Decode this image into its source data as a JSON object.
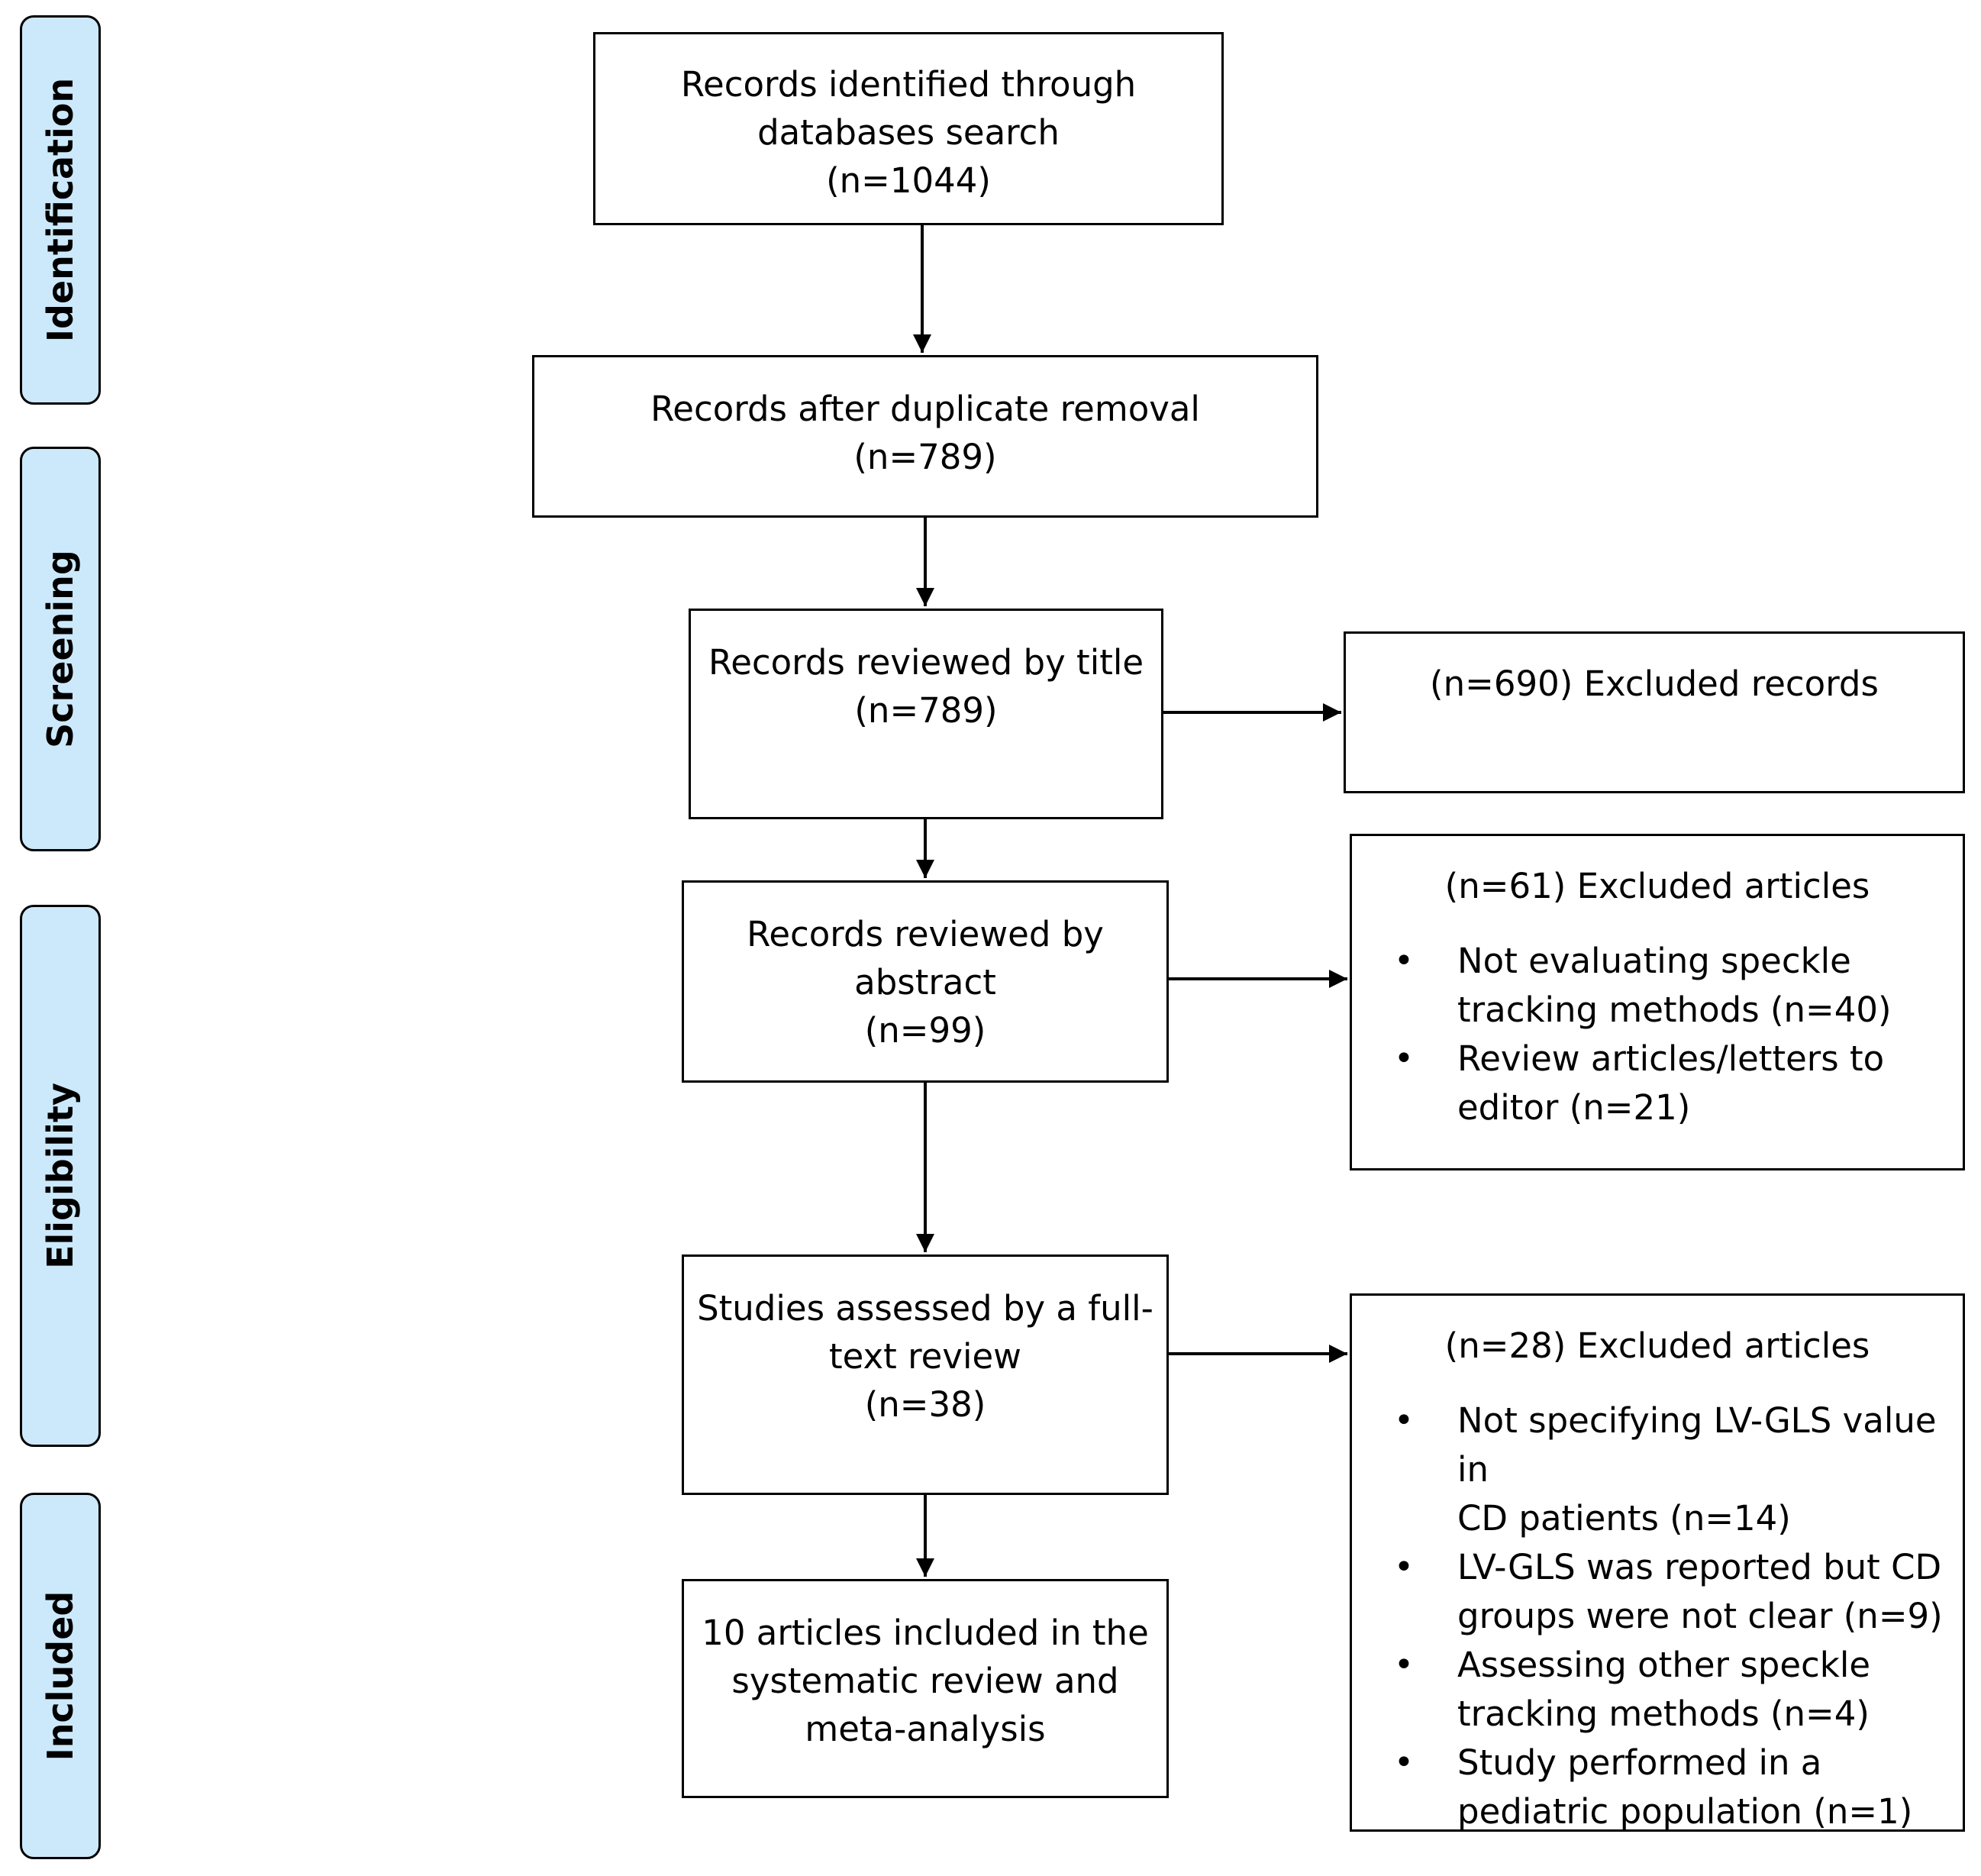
{
  "stages": {
    "identification": "Identification",
    "screening": "Screening",
    "eligibility": "Eligibility",
    "included": "Included"
  },
  "flow": {
    "identified": {
      "lines": [
        "Records identified through",
        "databases search",
        "(n=1044)"
      ]
    },
    "dedup": {
      "lines": [
        "Records after duplicate removal",
        "(n=789)"
      ]
    },
    "title_review": {
      "lines": [
        "Records reviewed by title",
        "(n=789)"
      ]
    },
    "abstract_review": {
      "lines": [
        "Records reviewed by",
        "abstract",
        "(n=99)"
      ]
    },
    "fulltext": {
      "lines": [
        "Studies assessed by a full-",
        "text review",
        "(n=38)"
      ]
    },
    "included": {
      "lines": [
        "10 articles included in the",
        "systematic review and",
        "meta-analysis"
      ]
    }
  },
  "exclusions": {
    "title": {
      "heading": "(n=690) Excluded records"
    },
    "abstract": {
      "heading": "(n=61) Excluded articles",
      "items": [
        {
          "lines": [
            "Not evaluating speckle",
            "tracking methods (n=40)"
          ]
        },
        {
          "lines": [
            "Review articles/letters to",
            "editor (n=21)"
          ]
        }
      ]
    },
    "fulltext": {
      "heading": "(n=28) Excluded articles",
      "items": [
        {
          "lines": [
            "Not specifying LV-GLS value in",
            "CD patients (n=14)"
          ]
        },
        {
          "lines": [
            "LV-GLS was reported but CD",
            "groups were not clear (n=9)"
          ]
        },
        {
          "lines": [
            "Assessing other speckle",
            "tracking methods (n=4)"
          ]
        },
        {
          "lines": [
            "Study performed in a",
            "pediatric population (n=1)"
          ]
        }
      ]
    }
  }
}
